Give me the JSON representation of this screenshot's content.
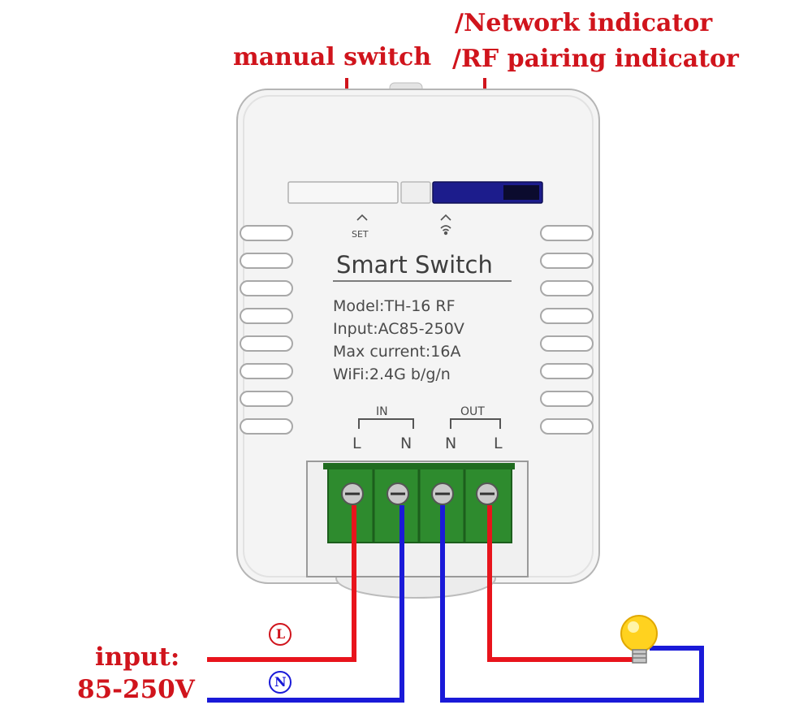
{
  "callouts": {
    "manual_switch": "manual switch",
    "network_indicator": "/Network indicator",
    "rf_pairing_indicator": "/RF pairing indicator"
  },
  "device": {
    "set_label": "SET",
    "title": "Smart Switch",
    "specs": [
      "Model:TH-16 RF",
      "Input:AC85-250V",
      "Max current:16A",
      "WiFi:2.4G b/g/n"
    ],
    "in_label": "IN",
    "out_label": "OUT",
    "terminals": [
      "L",
      "N",
      "N",
      "L"
    ]
  },
  "wiring": {
    "live_marker": "L",
    "neutral_marker": "N",
    "input_line1": "input:",
    "input_line2": "85-250V"
  },
  "colors": {
    "callout_red": "#d0141c",
    "live_wire": "#e8141c",
    "neutral_wire": "#1a1ad8",
    "terminal_green": "#2e8b2e",
    "indicator_blue": "#1c1c8c"
  },
  "icons": [
    "chevron-up-icon",
    "wifi-icon",
    "light-bulb-icon",
    "screw-terminal-icon"
  ]
}
